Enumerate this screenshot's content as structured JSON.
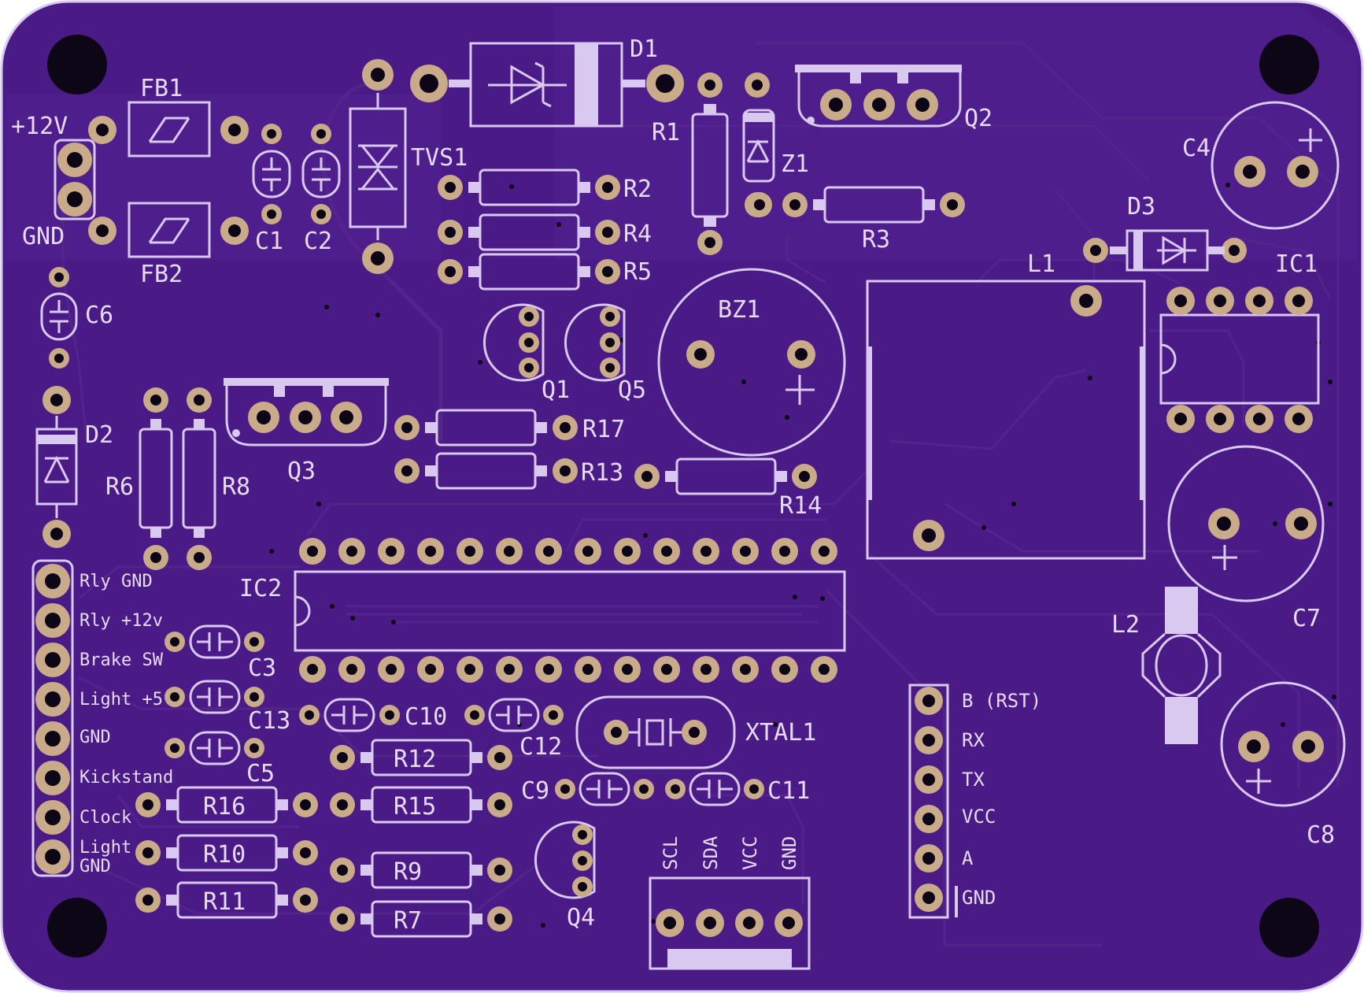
{
  "colors": {
    "board": "#4a1b86",
    "silkscreen": "#d9c8ef",
    "pad": "#c9ab8a",
    "drill": "#0d0616"
  },
  "labels": {
    "d1": "D1",
    "r1": "R1",
    "z1": "Z1",
    "q2": "Q2",
    "c4": "C4",
    "fb1": "FB1",
    "fb2": "FB2",
    "p12v": "+12V",
    "gnd": "GND",
    "c1": "C1",
    "c2": "C2",
    "tvs1": "TVS1",
    "r2": "R2",
    "r4": "R4",
    "r5": "R5",
    "r3": "R3",
    "d3": "D3",
    "l1": "L1",
    "ic1": "IC1",
    "c6": "C6",
    "bz1": "BZ1",
    "q1": "Q1",
    "q5": "Q5",
    "d2": "D2",
    "r6": "R6",
    "r8": "R8",
    "q3": "Q3",
    "r17": "R17",
    "r13": "R13",
    "r14": "R14",
    "ic2": "IC2",
    "c7": "C7",
    "l2": "L2",
    "c8": "C8",
    "c3": "C3",
    "c13": "C13",
    "c10": "C10",
    "c12": "C12",
    "xtal1": "XTAL1",
    "c5": "C5",
    "c9": "C9",
    "c11": "C11",
    "r12": "R12",
    "r15": "R15",
    "r16": "R16",
    "r10": "R10",
    "r9": "R9",
    "r11": "R11",
    "r7": "R7",
    "q4": "Q4"
  },
  "connector_left": [
    "Rly GND",
    "Rly +12v",
    "Brake SW",
    "Light +5",
    "GND",
    "Kickstand",
    "Clock",
    "Light",
    "GND"
  ],
  "connector_i2c": [
    "SCL",
    "SDA",
    "VCC",
    "GND"
  ],
  "connector_serial": [
    "B (RST)",
    "RX",
    "TX",
    "VCC",
    "A",
    "GND"
  ]
}
